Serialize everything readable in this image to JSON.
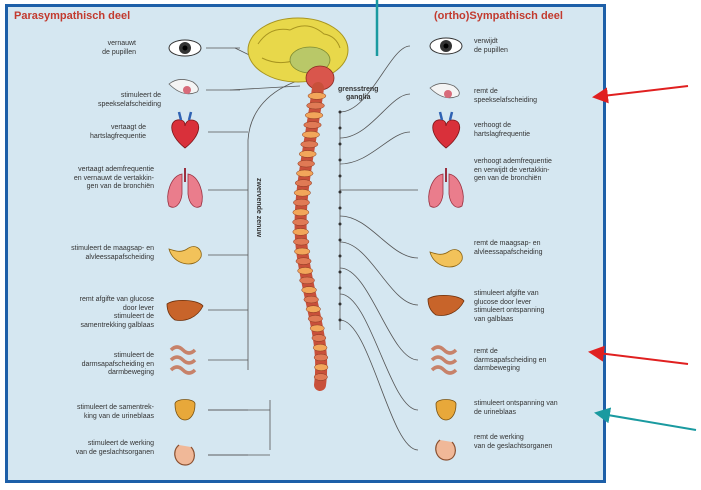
{
  "header": {
    "left_title": "Parasympathisch deel",
    "right_title": "(ortho)Sympathisch deel"
  },
  "center_labels": {
    "ganglia": "grensstreng\nganglia",
    "nerve": "zwervende zenuw"
  },
  "parasympathetic": [
    {
      "text": "vernauwt\nde pupillen",
      "organ": "eye-icon"
    },
    {
      "text": "stimuleert de\nspeekselafscheiding",
      "organ": "salivary-gland-icon"
    },
    {
      "text": "vertaagt de\nhartslagfrequentie",
      "organ": "heart-icon"
    },
    {
      "text": "vertaagt ademfrequentie\nen vernauwt de vertakkin-\ngen van de bronchiën",
      "organ": "lungs-icon"
    },
    {
      "text": "stimuleert de maagsap- en\nalvleessapafscheiding",
      "organ": "stomach-icon"
    },
    {
      "text": "remt afgifte van glucose\ndoor lever\nstimuleert de\nsamentrekking galblaas",
      "organ": "liver-icon"
    },
    {
      "text": "stimuleert de\ndarmsapafscheiding en\ndarmbeweging",
      "organ": "intestine-icon"
    },
    {
      "text": "stimuleert de samentrek-\nking van de urineblaas",
      "organ": "bladder-icon"
    },
    {
      "text": "stimuleert de werking\nvan de geslachtsorganen",
      "organ": "genitals-icon"
    }
  ],
  "sympathetic": [
    {
      "text": "verwijdt\nde pupillen",
      "organ": "eye-icon"
    },
    {
      "text": "remt de\nspeekselafscheiding",
      "organ": "salivary-gland-icon"
    },
    {
      "text": "verhoogt de\nhartslagfrequentie",
      "organ": "heart-icon"
    },
    {
      "text": "verhoogt ademfrequentie\nen verwijdt de vertakkin-\ngen van de bronchiën",
      "organ": "lungs-icon"
    },
    {
      "text": "remt de maagsap- en\nalvleessapafscheiding",
      "organ": "stomach-icon"
    },
    {
      "text": "stimuleert afgifte van\nglucose door lever\nstimuleert ontspanning\nvan galblaas",
      "organ": "liver-icon"
    },
    {
      "text": "remt de\ndarmsapafscheiding en\ndarmbeweging",
      "organ": "intestine-icon"
    },
    {
      "text": "stimuleert ontspanning van\nde urineblaas",
      "organ": "bladder-icon"
    },
    {
      "text": "remt de werking\nvan de geslachtsorganen",
      "organ": "genitals-icon"
    }
  ],
  "colors": {
    "background": "#d5e7f1",
    "frame": "#1d5fa8",
    "title": "#c23a2e",
    "annotation_red": "#e02020",
    "annotation_teal": "#1a9aa0",
    "spine": "#c8503a",
    "brain": "#e8d84a"
  },
  "annotations": [
    {
      "type": "arrow",
      "color": "red",
      "points_to": "remt de speekselafscheiding"
    },
    {
      "type": "arrow",
      "color": "red",
      "points_to": "remt de darmsapafscheiding en darmbeweging"
    },
    {
      "type": "arrow",
      "color": "teal",
      "points_to": "stimuleert ontspanning van de urineblaas"
    },
    {
      "type": "line",
      "color": "teal",
      "points_to": "brain"
    }
  ]
}
